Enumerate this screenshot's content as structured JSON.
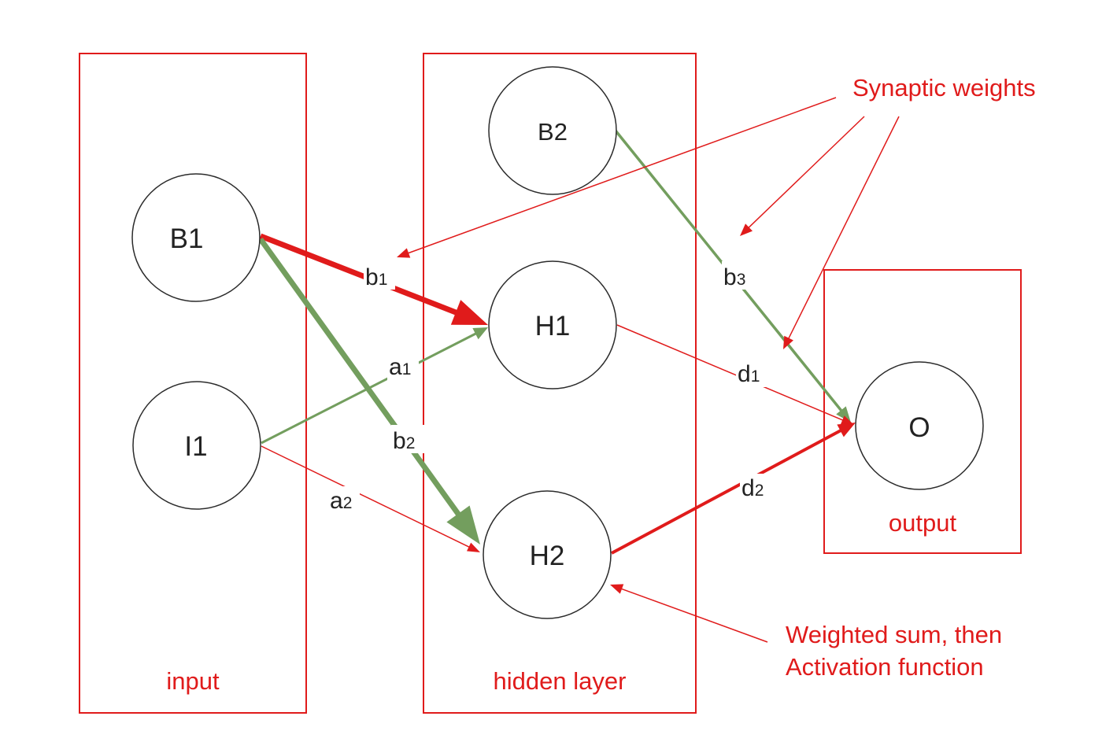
{
  "colors": {
    "red": "#e01b1b",
    "green": "#739e5e",
    "node_stroke": "#2b2b2b",
    "text": "#222222"
  },
  "layers": {
    "input": "input",
    "hidden": "hidden layer",
    "output": "output"
  },
  "nodes": {
    "B1": "B1",
    "I1": "I1",
    "B2": "B2",
    "H1": "H1",
    "H2": "H2",
    "O": "O"
  },
  "weights": {
    "b1": {
      "letter": "b",
      "index": "1"
    },
    "a1": {
      "letter": "a",
      "index": "1"
    },
    "b2": {
      "letter": "b",
      "index": "2"
    },
    "a2": {
      "letter": "a",
      "index": "2"
    },
    "b3": {
      "letter": "b",
      "index": "3"
    },
    "d1": {
      "letter": "d",
      "index": "1"
    },
    "d2": {
      "letter": "d",
      "index": "2"
    }
  },
  "annotations": {
    "synaptic": "Synaptic weights",
    "weighted_line1": "Weighted sum, then",
    "weighted_line2": "Activation function"
  }
}
